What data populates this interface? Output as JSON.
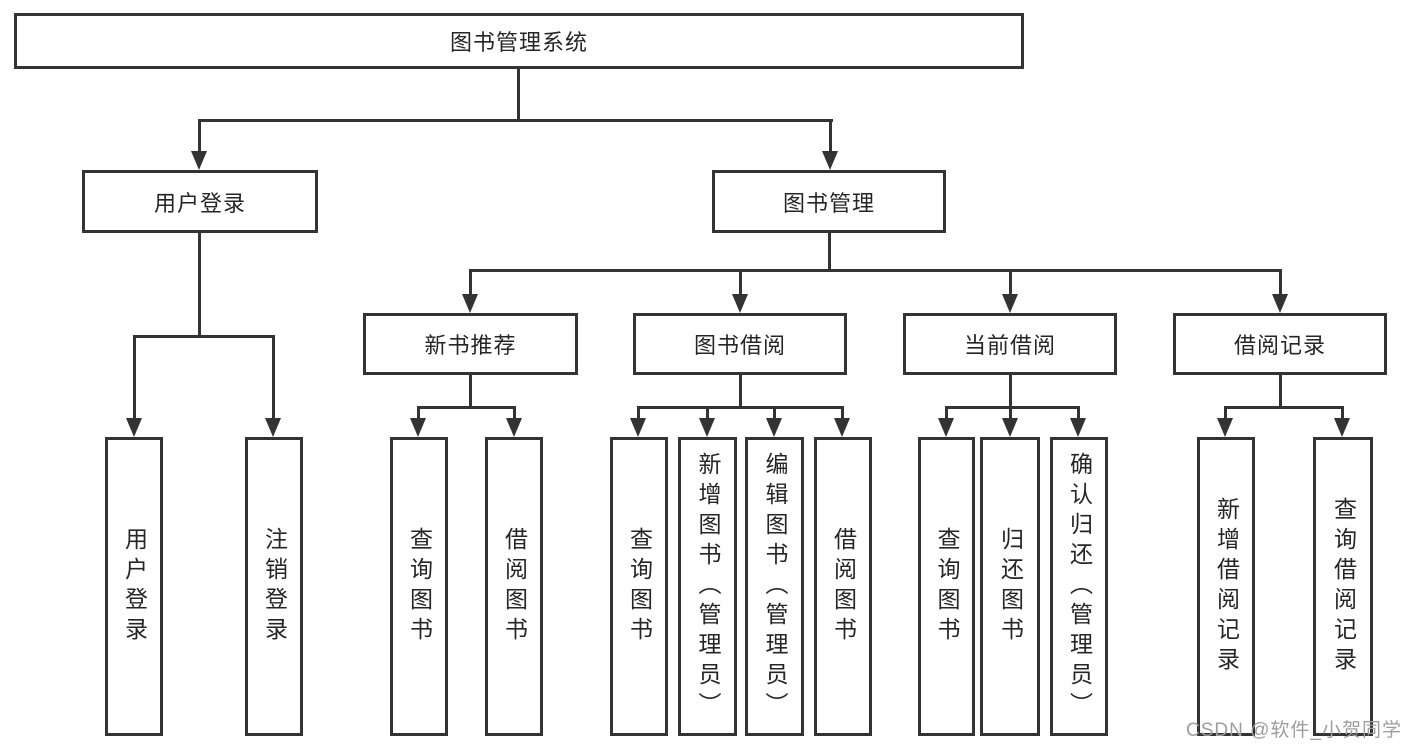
{
  "tree": {
    "label": "图书管理系统",
    "children": [
      {
        "label": "用户登录",
        "children": [
          {
            "label": "用户登录"
          },
          {
            "label": "注销登录"
          }
        ]
      },
      {
        "label": "图书管理",
        "children": [
          {
            "label": "新书推荐",
            "children": [
              {
                "label": "查询图书"
              },
              {
                "label": "借阅图书"
              }
            ]
          },
          {
            "label": "图书借阅",
            "children": [
              {
                "label": "查询图书"
              },
              {
                "label": "新增图书（管理员）"
              },
              {
                "label": "编辑图书（管理员）"
              },
              {
                "label": "借阅图书"
              }
            ]
          },
          {
            "label": "当前借阅",
            "children": [
              {
                "label": "查询图书"
              },
              {
                "label": "归还图书"
              },
              {
                "label": "确认归还（管理员）"
              }
            ]
          },
          {
            "label": "借阅记录",
            "children": [
              {
                "label": "新增借阅记录"
              },
              {
                "label": "查询借阅记录"
              }
            ]
          }
        ]
      }
    ]
  },
  "watermark": {
    "text": "CSDN @软件_小贺同学"
  },
  "colors": {
    "line": "#333333",
    "text": "#262626",
    "background": "#ffffff",
    "watermark": "#9e9e9e"
  }
}
